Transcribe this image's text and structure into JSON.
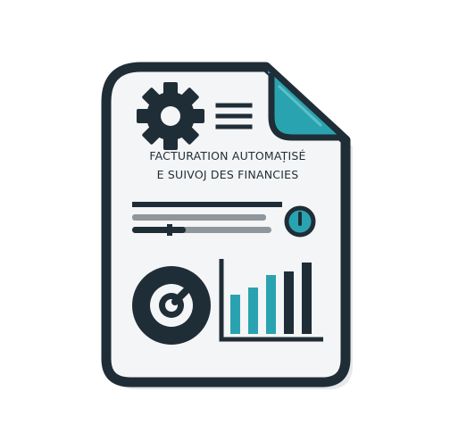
{
  "document": {
    "caption_line_1": "FACTURATION AUTOMAȚISÉ",
    "caption_line_2": "E  SUIVOJ DES FINANCIES"
  },
  "icons": {
    "gear": "gear-icon",
    "menu": "menu-lines-icon",
    "slider": "slider-icon",
    "gauge": "gauge-icon",
    "bar_chart": "bar-chart-icon",
    "folded_corner": "folded-corner"
  },
  "colors": {
    "outline": "#1f2d37",
    "paper": "#f4f5f6",
    "accent": "#2aa3b0",
    "accent_dark": "#17737e",
    "gray_bar": "#8f969c"
  }
}
